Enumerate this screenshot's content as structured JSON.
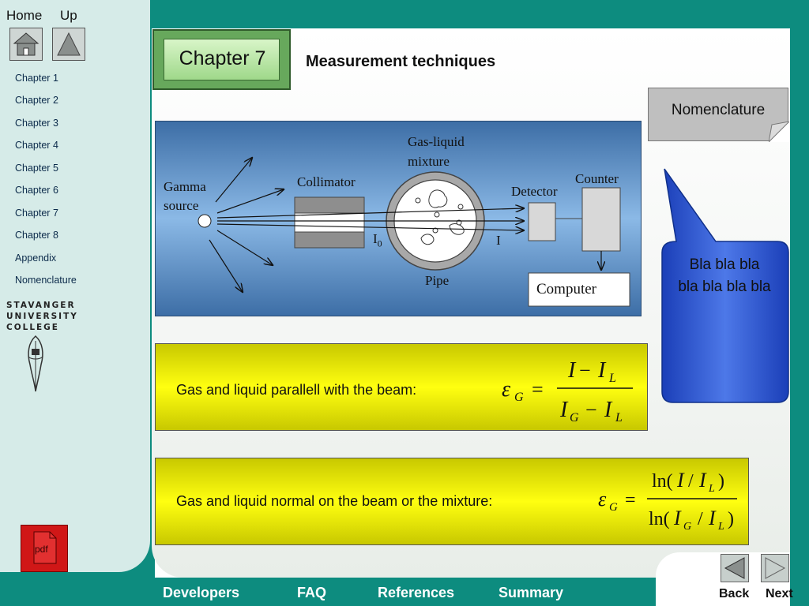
{
  "top_nav": {
    "home_label": "Home",
    "up_label": "Up"
  },
  "sidebar": {
    "items": [
      {
        "label": "Chapter 1"
      },
      {
        "label": "Chapter 2"
      },
      {
        "label": "Chapter 3"
      },
      {
        "label": "Chapter 4"
      },
      {
        "label": "Chapter 5"
      },
      {
        "label": "Chapter 6"
      },
      {
        "label": "Chapter 7"
      },
      {
        "label": "Chapter 8"
      },
      {
        "label": "Appendix"
      },
      {
        "label": "Nomenclature"
      }
    ],
    "college_line1": "STAVANGER",
    "college_line2": "UNIVERSITY",
    "college_line3": "COLLEGE",
    "pdf_label": "pdf"
  },
  "header": {
    "chapter_label": "Chapter 7",
    "title": "Measurement techniques"
  },
  "nomenclature_button": "Nomenclature",
  "callout_text": "Bla bla bla bla bla bla bla",
  "diagram": {
    "gamma": "Gamma",
    "source": "source",
    "collimator": "Collimator",
    "gas_liquid": "Gas-liquid",
    "mixture": "mixture",
    "detector": "Detector",
    "counter": "Counter",
    "i0": "I",
    "i0_sub": "0",
    "i": "I",
    "pipe": "Pipe",
    "computer": "Computer"
  },
  "formula1": {
    "label": "Gas and liquid parallell with the beam:"
  },
  "formula2": {
    "label": "Gas and liquid normal on the beam or the mixture:"
  },
  "bottom_nav": {
    "developers": "Developers",
    "faq": "FAQ",
    "references": "References",
    "summary": "Summary",
    "back": "Back",
    "next": "Next"
  },
  "colors": {
    "teal": "#0d8c7f",
    "callout_blue": "#2a52c9",
    "formula_yellow": "#ffff10",
    "pdf_red": "#d01717"
  }
}
